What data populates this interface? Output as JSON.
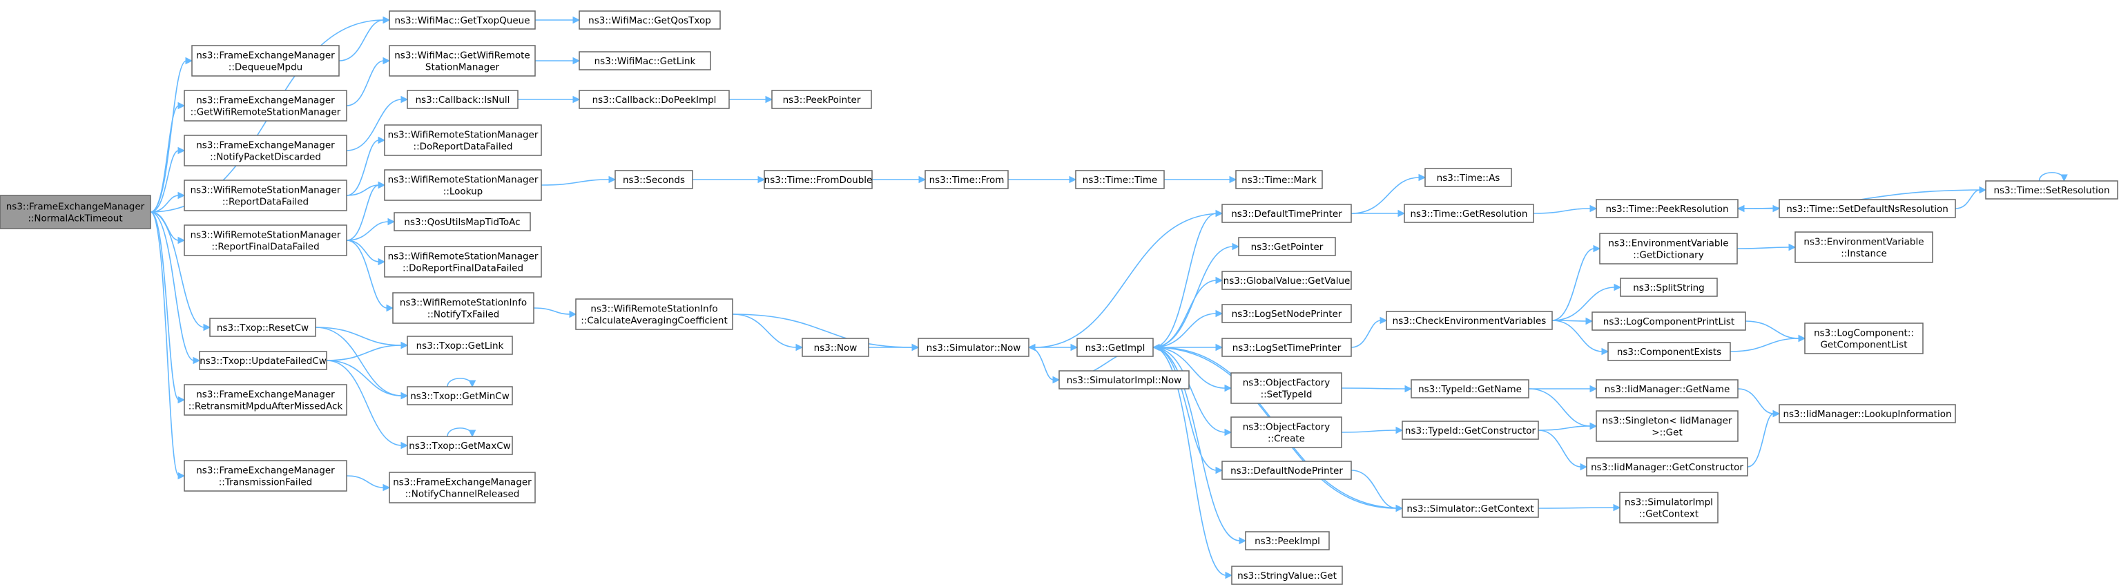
{
  "graph": {
    "colors": {
      "root_fill": "#999999",
      "node_fill": "#ffffff",
      "border": "#666666",
      "edge": "#63b8ff"
    },
    "nodes": {
      "root": [
        "ns3::FrameExchangeManager",
        "::NormalAckTimeout"
      ],
      "getTxopQueue": [
        "ns3::WifiMac::GetTxopQueue"
      ],
      "getQosTxop": [
        "ns3::WifiMac::GetQosTxop"
      ],
      "dequeueMpdu": [
        "ns3::FrameExchangeManager",
        "::DequeueMpdu"
      ],
      "getWifiRsm": [
        "ns3::WifiMac::GetWifiRemote",
        "StationManager"
      ],
      "getLinkMac": [
        "ns3::WifiMac::GetLink"
      ],
      "feGetWifiRsm": [
        "ns3::FrameExchangeManager",
        "::GetWifiRemoteStationManager"
      ],
      "isNull": [
        "ns3::Callback::IsNull"
      ],
      "doPeekImpl": [
        "ns3::Callback::DoPeekImpl"
      ],
      "peekPointer": [
        "ns3::PeekPointer"
      ],
      "notifyPacketDiscarded": [
        "ns3::FrameExchangeManager",
        "::NotifyPacketDiscarded"
      ],
      "doReportDataFailed": [
        "ns3::WifiRemoteStationManager",
        "::DoReportDataFailed"
      ],
      "reportDataFailed": [
        "ns3::WifiRemoteStationManager",
        "::ReportDataFailed"
      ],
      "lookup": [
        "ns3::WifiRemoteStationManager",
        "::Lookup"
      ],
      "seconds": [
        "ns3::Seconds"
      ],
      "fromDouble": [
        "ns3::Time::FromDouble"
      ],
      "timeFrom": [
        "ns3::Time::From"
      ],
      "timeTime": [
        "ns3::Time::Time"
      ],
      "timeMark": [
        "ns3::Time::Mark"
      ],
      "qosUtils": [
        "ns3::QosUtilsMapTidToAc"
      ],
      "reportFinalDataFailed": [
        "ns3::WifiRemoteStationManager",
        "::ReportFinalDataFailed"
      ],
      "doReportFinalDataFailed": [
        "ns3::WifiRemoteStationManager",
        "::DoReportFinalDataFailed"
      ],
      "notifyTxFailed": [
        "ns3::WifiRemoteStationInfo",
        "::NotifyTxFailed"
      ],
      "calcAvgCoeff": [
        "ns3::WifiRemoteStationInfo",
        "::CalculateAveragingCoefficient"
      ],
      "resetCw": [
        "ns3::Txop::ResetCw"
      ],
      "txopGetLink": [
        "ns3::Txop::GetLink"
      ],
      "updateFailedCw": [
        "ns3::Txop::UpdateFailedCw"
      ],
      "getMinCw": [
        "ns3::Txop::GetMinCw"
      ],
      "retransmit": [
        "ns3::FrameExchangeManager",
        "::RetransmitMpduAfterMissedAck"
      ],
      "getMaxCw": [
        "ns3::Txop::GetMaxCw"
      ],
      "transmissionFailed": [
        "ns3::FrameExchangeManager",
        "::TransmissionFailed"
      ],
      "notifyChannelReleased": [
        "ns3::FrameExchangeManager",
        "::NotifyChannelReleased"
      ],
      "now": [
        "ns3::Now"
      ],
      "simNow": [
        "ns3::Simulator::Now"
      ],
      "getImpl": [
        "ns3::GetImpl"
      ],
      "simImplNow": [
        "ns3::SimulatorImpl::Now"
      ],
      "defaultTimePrinter": [
        "ns3::DefaultTimePrinter"
      ],
      "timeAs": [
        "ns3::Time::As"
      ],
      "getResolution": [
        "ns3::Time::GetResolution"
      ],
      "peekResolution": [
        "ns3::Time::PeekResolution"
      ],
      "setDefaultNsResolution": [
        "ns3::Time::SetDefaultNsResolution"
      ],
      "setResolution": [
        "ns3::Time::SetResolution"
      ],
      "getPointer": [
        "ns3::GetPointer"
      ],
      "globalValueGet": [
        "ns3::GlobalValue::GetValue"
      ],
      "logSetNodePrinter": [
        "ns3::LogSetNodePrinter"
      ],
      "logSetTimePrinter": [
        "ns3::LogSetTimePrinter"
      ],
      "checkEnvVars": [
        "ns3::CheckEnvironmentVariables"
      ],
      "envGetDictionary": [
        "ns3::EnvironmentVariable",
        "::GetDictionary"
      ],
      "envInstance": [
        "ns3::EnvironmentVariable",
        "::Instance"
      ],
      "splitString": [
        "ns3::SplitString"
      ],
      "logCompPrintList": [
        "ns3::LogComponentPrintList"
      ],
      "logCompGetList": [
        "ns3::LogComponent::",
        "GetComponentList"
      ],
      "componentExists": [
        "ns3::ComponentExists"
      ],
      "objFactSetTypeId": [
        "ns3::ObjectFactory",
        "::SetTypeId"
      ],
      "typeIdGetName": [
        "ns3::TypeId::GetName"
      ],
      "iidGetName": [
        "ns3::IidManager::GetName"
      ],
      "iidLookupInfo": [
        "ns3::IidManager::LookupInformation"
      ],
      "singletonGet": [
        "ns3::Singleton< IidManager",
        " >::Get"
      ],
      "objFactCreate": [
        "ns3::ObjectFactory",
        "::Create"
      ],
      "typeIdGetCtor": [
        "ns3::TypeId::GetConstructor"
      ],
      "iidGetCtor": [
        "ns3::IidManager::GetConstructor"
      ],
      "defaultNodePrinter": [
        "ns3::DefaultNodePrinter"
      ],
      "simGetContext": [
        "ns3::Simulator::GetContext"
      ],
      "simImplGetContext": [
        "ns3::SimulatorImpl",
        "::GetContext"
      ],
      "peekImpl": [
        "ns3::PeekImpl"
      ],
      "stringValueGet": [
        "ns3::StringValue::Get"
      ]
    }
  }
}
